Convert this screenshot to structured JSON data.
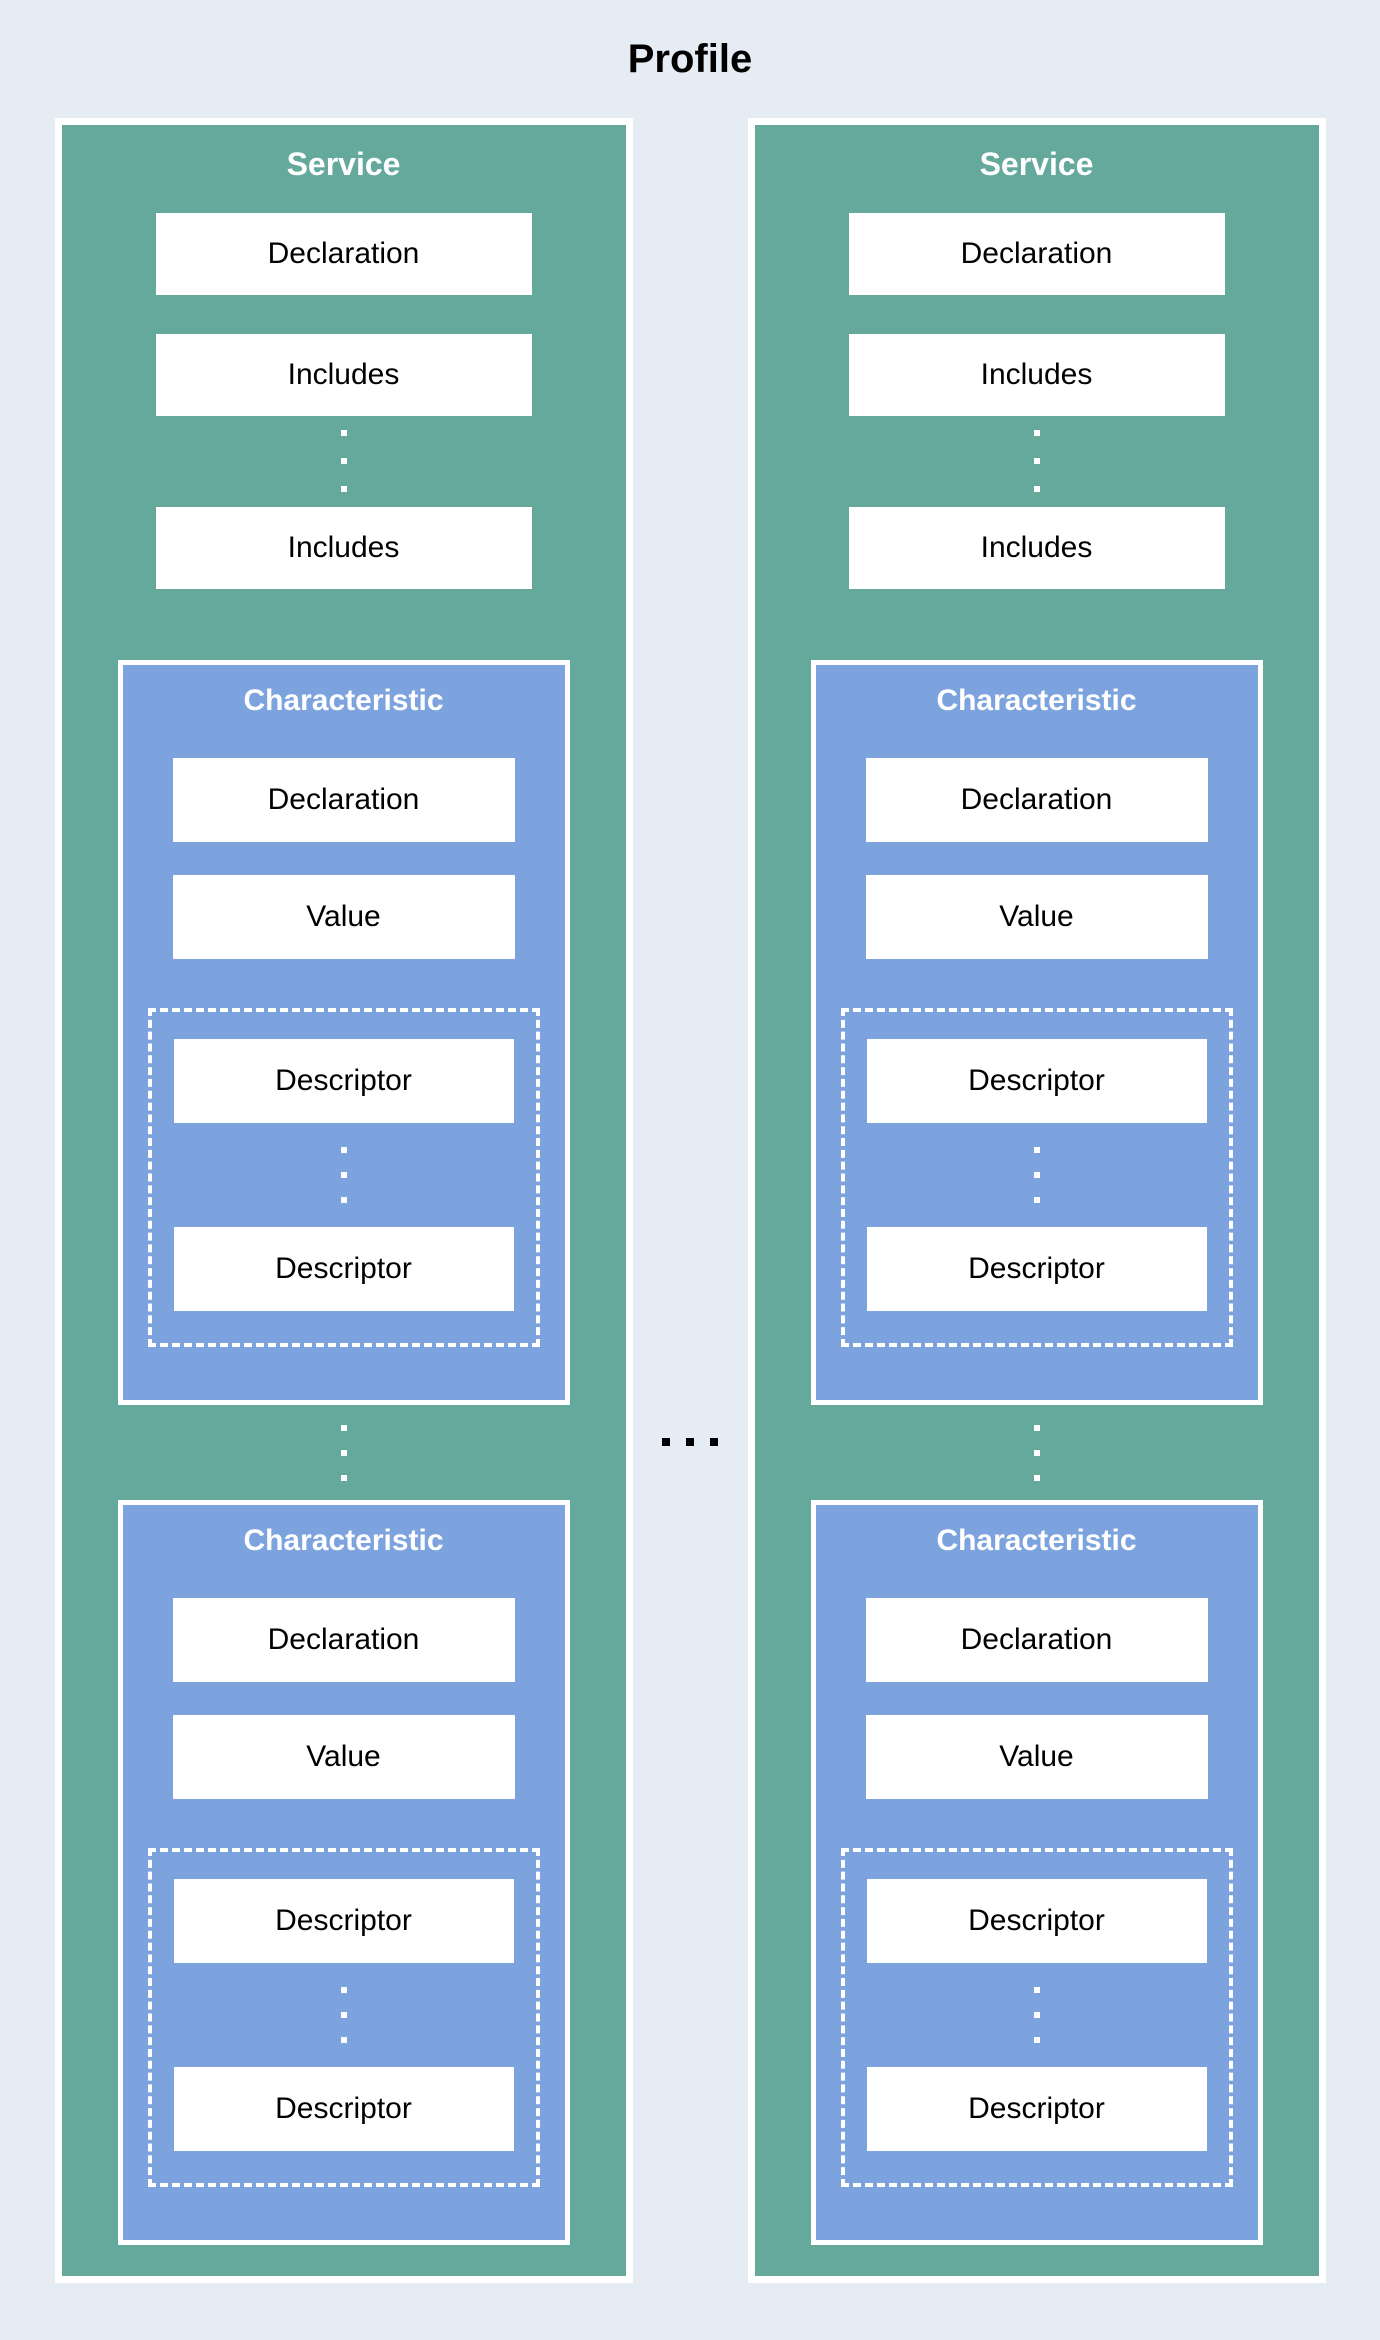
{
  "title": "Profile",
  "colors": {
    "background": "#e6ecf4",
    "service_fill": "#64a99c",
    "characteristic_fill": "#7ca3de",
    "box_fill": "#ffffff",
    "border_white": "#ffffff",
    "title_text": "#000000",
    "header_text": "#ffffff",
    "label_text": "#000000",
    "ellipsis_dark": "#000000",
    "ellipsis_light": "#ffffff"
  },
  "icons": {
    "horizontal_ellipsis": "...",
    "vertical_ellipsis": "⋮"
  },
  "services": [
    {
      "title": "Service",
      "declaration_label": "Declaration",
      "includes_labels": [
        "Includes",
        "Includes"
      ],
      "characteristics": [
        {
          "title": "Characteristic",
          "declaration_label": "Declaration",
          "value_label": "Value",
          "descriptor_labels": [
            "Descriptor",
            "Descriptor"
          ]
        },
        {
          "title": "Characteristic",
          "declaration_label": "Declaration",
          "value_label": "Value",
          "descriptor_labels": [
            "Descriptor",
            "Descriptor"
          ]
        }
      ]
    },
    {
      "title": "Service",
      "declaration_label": "Declaration",
      "includes_labels": [
        "Includes",
        "Includes"
      ],
      "characteristics": [
        {
          "title": "Characteristic",
          "declaration_label": "Declaration",
          "value_label": "Value",
          "descriptor_labels": [
            "Descriptor",
            "Descriptor"
          ]
        },
        {
          "title": "Characteristic",
          "declaration_label": "Declaration",
          "value_label": "Value",
          "descriptor_labels": [
            "Descriptor",
            "Descriptor"
          ]
        }
      ]
    }
  ]
}
